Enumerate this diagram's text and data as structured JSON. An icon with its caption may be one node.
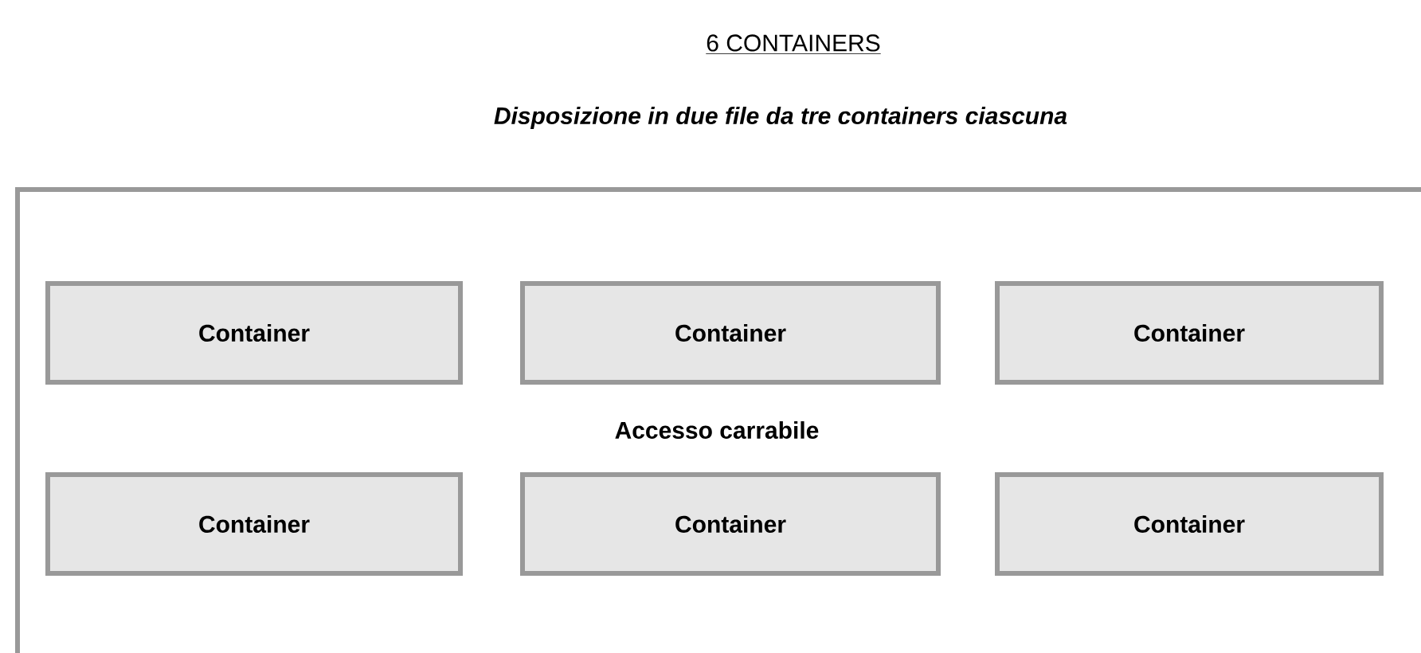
{
  "diagram": {
    "title": "6 CONTAINERS",
    "nodes": [
      {
        "text": [
          "Container"
        ]
      },
      {
        "text": [
          "Container"
        ]
      },
      {
        "text": [
          "Container"
        ]
      },
      {
        "text": [
          "Container"
        ]
      },
      {
        "text": [
          "Container"
        ]
      },
      {
        "text": [
          "Container"
        ]
      }
    ],
    "labels": [
      "Disposizione in due file da tre containers ciascuna",
      "Accesso carrabile"
    ]
  }
}
